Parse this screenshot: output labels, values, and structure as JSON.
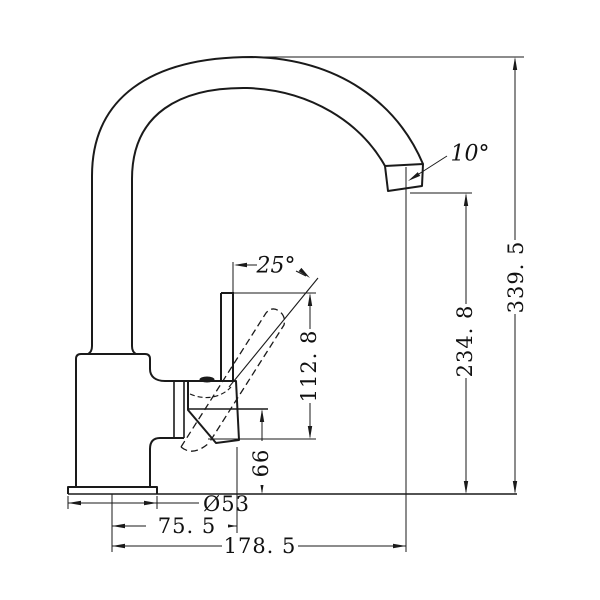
{
  "title": "Kitchen mixer tap dimension drawing",
  "colors": {
    "background": "#ffffff",
    "line": "#1a1a1a",
    "text": "#111111"
  },
  "labels": {
    "spout_angle": "10°",
    "handle_angle": "25°",
    "overall_height": "339. 5",
    "outlet_height": "234. 8",
    "handle_height": "112. 8",
    "body_height": "66",
    "base_diameter": "Ø53",
    "handle_offset": "75. 5",
    "spout_reach": "178. 5"
  }
}
